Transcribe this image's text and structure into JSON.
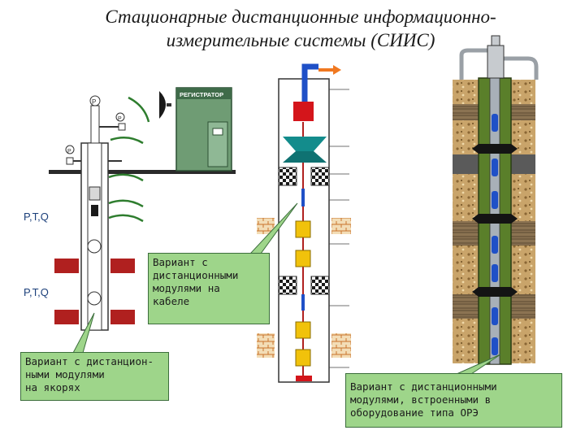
{
  "title": {
    "line1": "Стационарные дистанционные информационно-",
    "line2": "измерительные системы (СИИС)"
  },
  "recorder_label": "РЕГИСТРАТОР",
  "sensor_labels": [
    "P,T,Q",
    "P,T,Q"
  ],
  "gauge_letters": [
    "P",
    "P",
    "P"
  ],
  "callouts": {
    "cable": [
      "Вариант с",
      "дистанционными",
      "модулями на",
      "кабеле"
    ],
    "anchors": [
      "Вариант с дистанцион-",
      "ными модулями",
      "на якорях"
    ],
    "ore": [
      "Вариант с дистанционными",
      "модулями, встроенными в",
      "оборудование типа ОРЭ"
    ]
  },
  "colors": {
    "callout_fill": "#9ed58a",
    "recorder": "#6f9c74",
    "pipe_fill": "#5a7f2a",
    "packer": "#b0201f",
    "module": "#f1c20b",
    "cable_blue": "#1f50c7"
  }
}
